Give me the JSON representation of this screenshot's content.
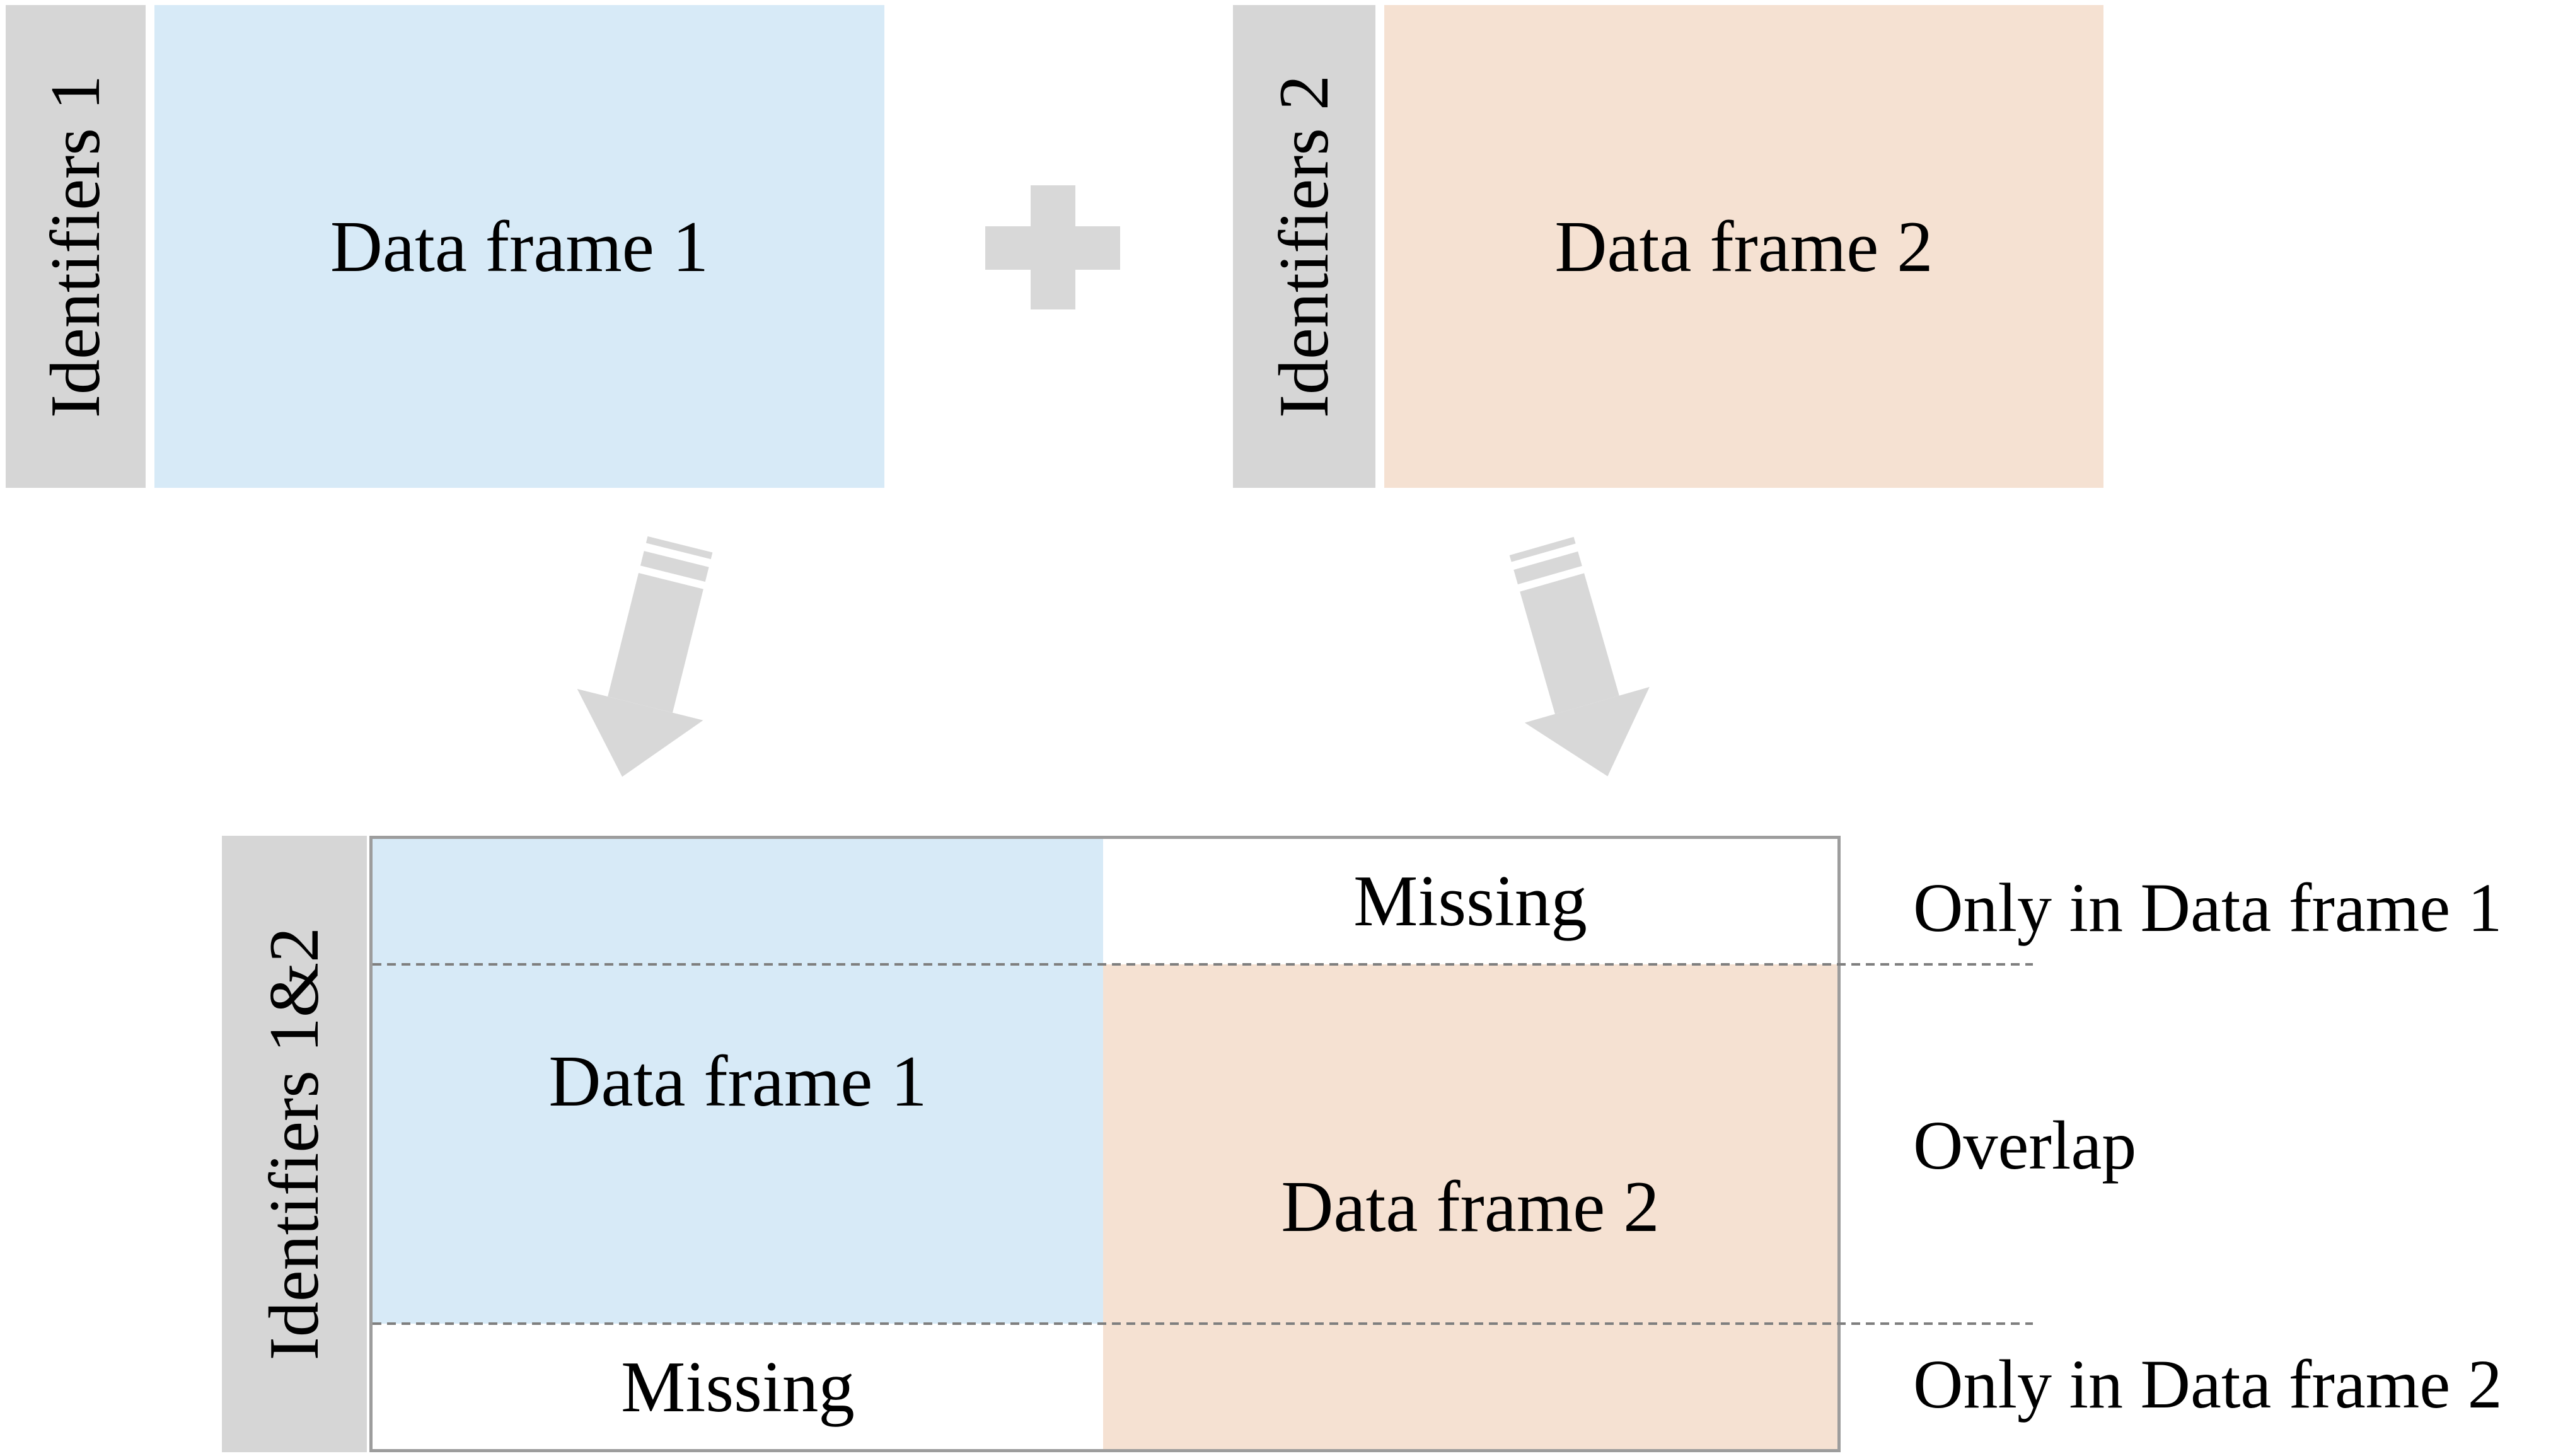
{
  "diagram": {
    "top_left": {
      "identifier": "Identifiers 1",
      "frame": "Data frame 1"
    },
    "top_right": {
      "identifier": "Identifiers 2",
      "frame": "Data frame 2"
    },
    "operator": {
      "icon": "plus-icon"
    },
    "arrows": {
      "left_icon": "down-arrow-icon",
      "right_icon": "down-arrow-icon"
    },
    "merged": {
      "identifier": "Identifiers 1&2",
      "frame1": "Data frame 1",
      "frame2": "Data frame 2",
      "missing_top": "Missing",
      "missing_bottom": "Missing"
    },
    "annotations": {
      "only_frame1": "Only in Data frame 1",
      "overlap": "Overlap",
      "only_frame2": "Only in Data frame 2"
    },
    "colors": {
      "frame1_fill": "#d7eaf7",
      "frame2_fill": "#f5e1d2",
      "identifier_fill": "#d6d6d6",
      "shape_gray": "#d8d8d8",
      "box_border": "#9d9d9d",
      "dash_line": "#7f7f7f",
      "text": "#000000"
    }
  }
}
